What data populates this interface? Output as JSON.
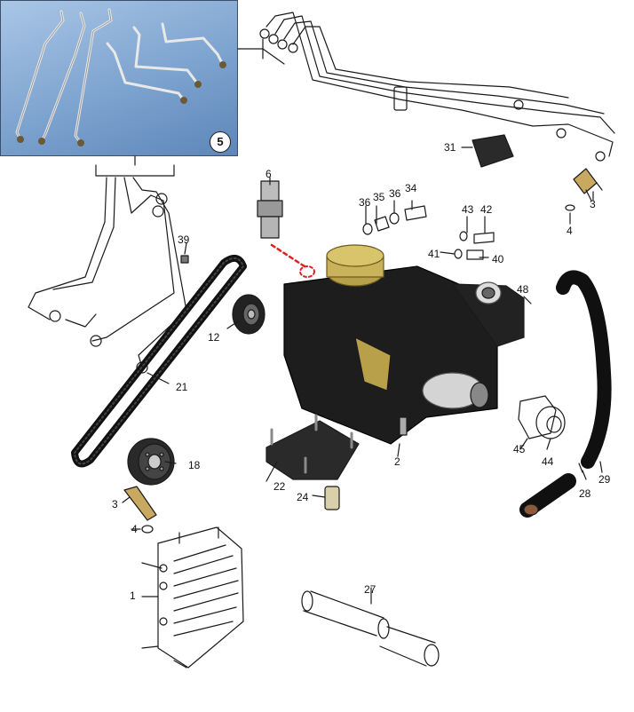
{
  "inset": {
    "badge": "5"
  },
  "callouts": {
    "c1": "1",
    "c2": "2",
    "c3a": "3",
    "c3b": "3",
    "c4a": "4",
    "c4b": "4",
    "c6": "6",
    "c12": "12",
    "c18": "18",
    "c21": "21",
    "c22": "22",
    "c24": "24",
    "c27": "27",
    "c28": "28",
    "c29": "29",
    "c31": "31",
    "c34": "34",
    "c35": "35",
    "c36a": "36",
    "c36b": "36",
    "c39": "39",
    "c40": "40",
    "c41": "41",
    "c42": "42",
    "c43": "43",
    "c44": "44",
    "c45": "45",
    "c48": "48"
  },
  "colors": {
    "line": "#1a1a1a",
    "pump_body": "#1d1d1d",
    "pump_brass": "#b8a04a",
    "inset_bg": "#8aaed8",
    "pipe_chrome": "#d8d8d8",
    "hose": "#101010",
    "hose_end": "#8a5a3a",
    "leader_red": "#e02020"
  }
}
